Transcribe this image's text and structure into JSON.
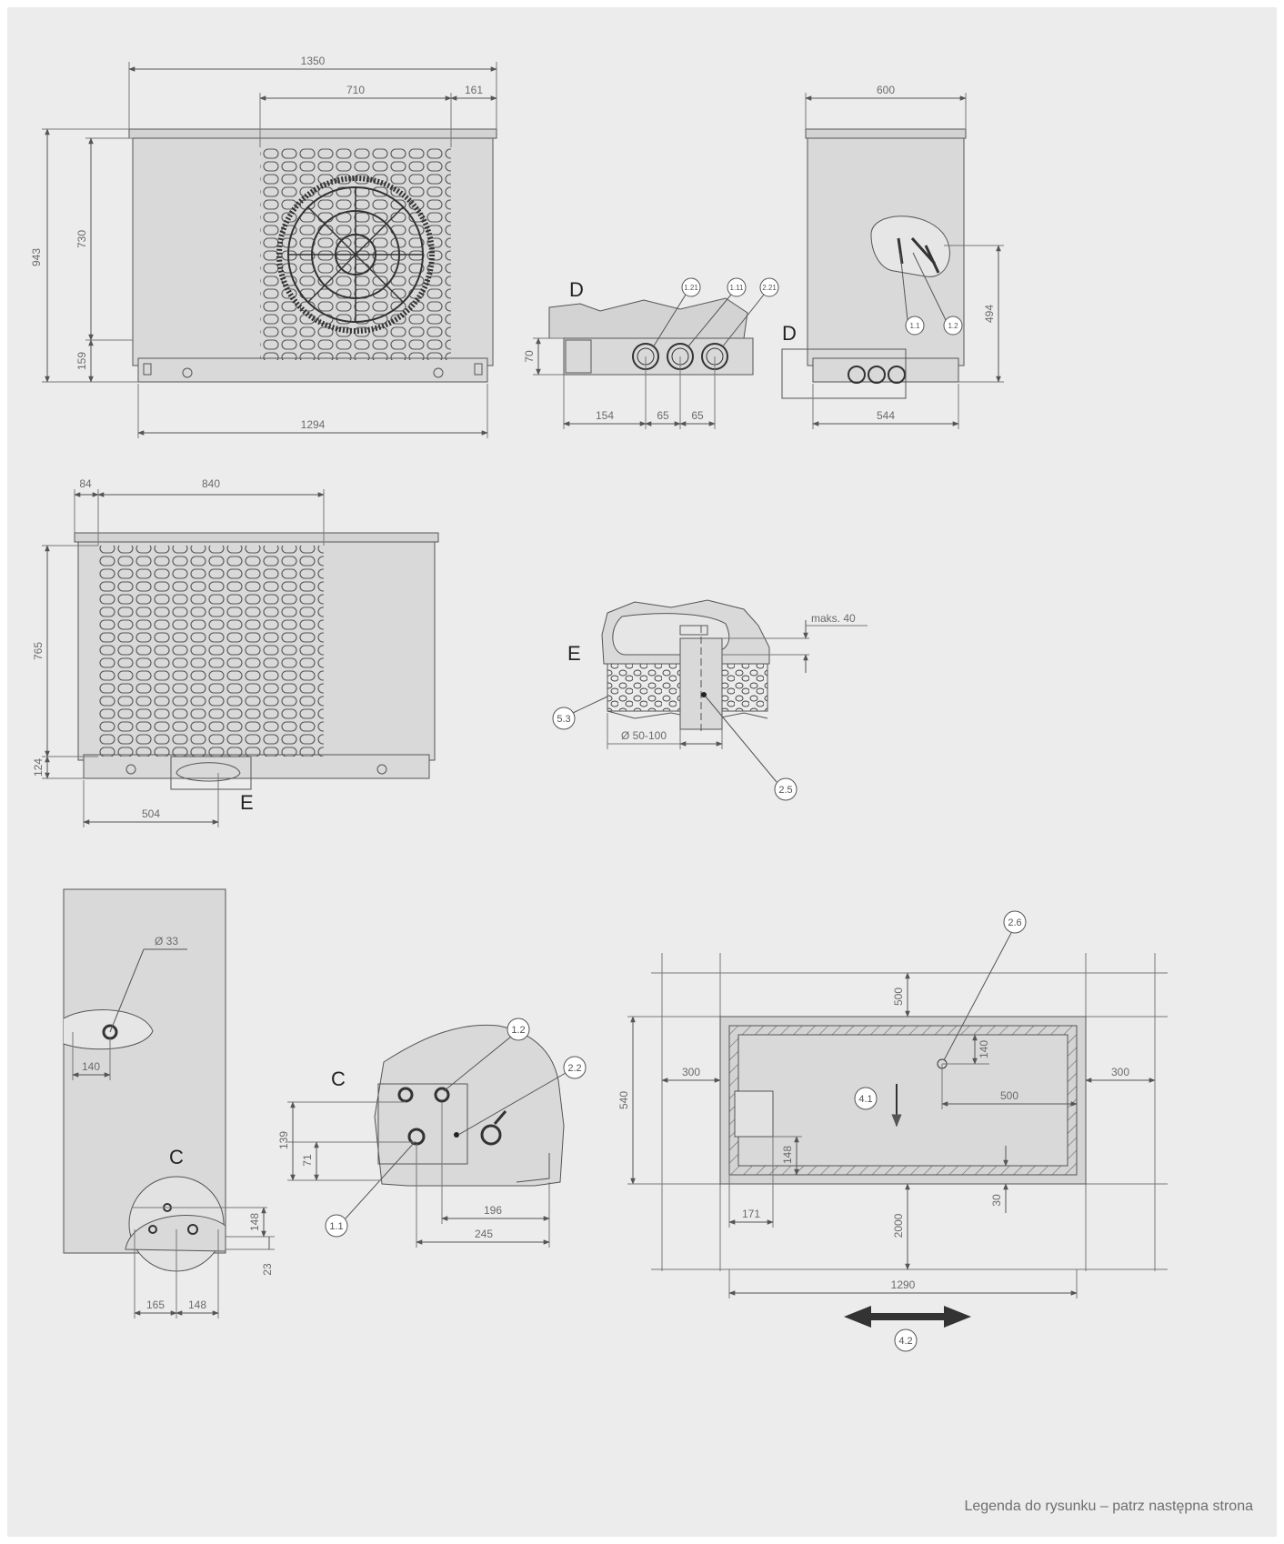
{
  "front_view": {
    "dims": {
      "total_width": "1350",
      "grille_width": "710",
      "right_offset": "161",
      "height_total": "943",
      "height_body": "730",
      "base_height": "159",
      "base_width": "1294"
    }
  },
  "detail_d_pipes": {
    "label": "D",
    "tags": [
      "1.21",
      "1.11",
      "2.21"
    ],
    "dims": {
      "height": "70",
      "offset": "154",
      "pitch_a": "65",
      "pitch_b": "65"
    }
  },
  "side_view": {
    "dims": {
      "width": "600",
      "pipe_height": "494",
      "base_width": "544"
    },
    "tags": [
      "1.1",
      "1.2"
    ],
    "detail_label": "D"
  },
  "rear_view": {
    "dims": {
      "left_offset": "84",
      "grille_width": "840",
      "grille_height": "765",
      "base_height": "124",
      "drain_offset": "504"
    },
    "detail_label": "E"
  },
  "detail_e": {
    "label": "E",
    "dims": {
      "max_depth": "maks. 40",
      "diameter": "Ø 50-100"
    },
    "tags": [
      "5.3",
      "2.5"
    ]
  },
  "side_panel": {
    "dims": {
      "hole_diameter": "Ø 33",
      "hole_offset": "140",
      "conn_a": "165",
      "conn_b": "148",
      "conn_height": "148",
      "conn_bottom": "23"
    },
    "detail_label": "C"
  },
  "detail_c": {
    "label": "C",
    "dims": {
      "h_a": "139",
      "h_b": "71",
      "w_a": "196",
      "w_b": "245"
    },
    "tags": [
      "1.2",
      "2.2",
      "1.1"
    ]
  },
  "clearance_plan": {
    "dims": {
      "top": "500",
      "left": "300",
      "right": "300",
      "depth": "540",
      "inner_offset": "140",
      "inner_width": "500",
      "edge_148": "148",
      "edge_30": "30",
      "bottom": "2000",
      "offset_171": "171",
      "total_width": "1290"
    },
    "tags": [
      "2.6",
      "4.1",
      "4.2"
    ]
  },
  "footer": {
    "text": "Legenda do rysunku – patrz następna strona"
  }
}
